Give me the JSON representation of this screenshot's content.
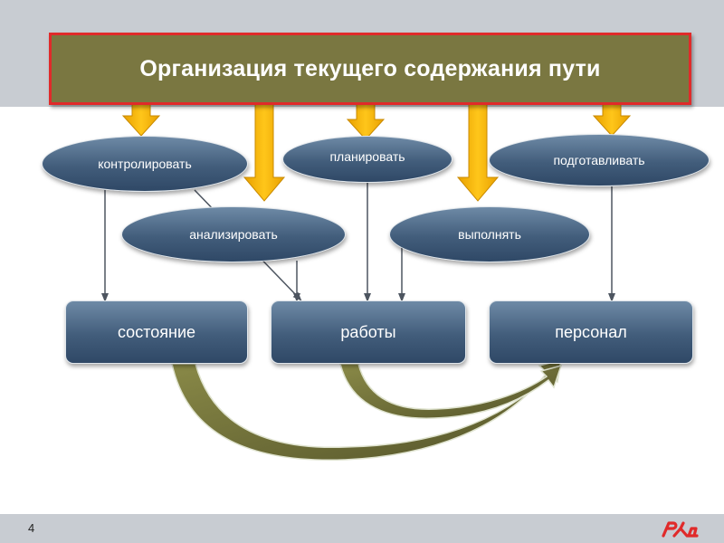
{
  "slide": {
    "title": "Организация текущего содержания пути",
    "page_number": "4"
  },
  "actions": {
    "control": "контролировать",
    "plan": "планировать",
    "prepare": "подготавливать",
    "analyze": "анализировать",
    "execute": "выполнять"
  },
  "targets": {
    "state": "состояние",
    "works": "работы",
    "personnel": "персонал"
  },
  "colors": {
    "title_fill": "#7a7741",
    "title_border": "#e02a2a",
    "arrow_yellow": "#f5b700",
    "node_blue": "#425d7b",
    "curve_olive": "#6b6b35",
    "band_gray": "#c8ccd2",
    "logo_red": "#e02a2a"
  },
  "icons": {
    "logo": "rzd-logo"
  }
}
